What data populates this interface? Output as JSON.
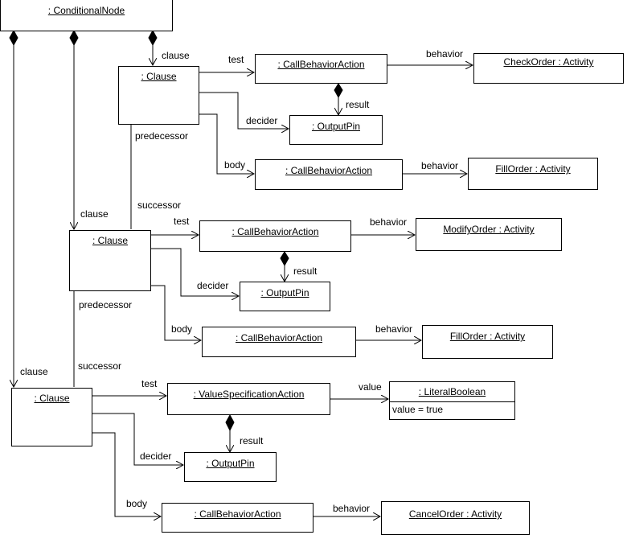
{
  "nodes": {
    "conditional_node": ": ConditionalNode",
    "clause1": ": Clause",
    "clause2": ": Clause",
    "clause3": ": Clause",
    "cba1": ": CallBehaviorAction",
    "check_order": "CheckOrder : Activity",
    "outpin1": ": OutputPin",
    "cba2": ": CallBehaviorAction",
    "fill_order1": "FillOrder : Activity",
    "cba3": ": CallBehaviorAction",
    "modify_order": "ModifyOrder : Activity",
    "outpin2": ": OutputPin",
    "cba4": ": CallBehaviorAction",
    "fill_order2": "FillOrder : Activity",
    "vsa": ": ValueSpecificationAction",
    "literal_boolean": ": LiteralBoolean",
    "literal_value": "value = true",
    "outpin3": ": OutputPin",
    "cba5": ": CallBehaviorAction",
    "cancel_order": "CancelOrder : Activity"
  },
  "labels": {
    "clause": "clause",
    "test": "test",
    "behavior": "behavior",
    "result": "result",
    "decider": "decider",
    "body": "body",
    "predecessor": "predecessor",
    "successor": "successor",
    "value": "value"
  }
}
